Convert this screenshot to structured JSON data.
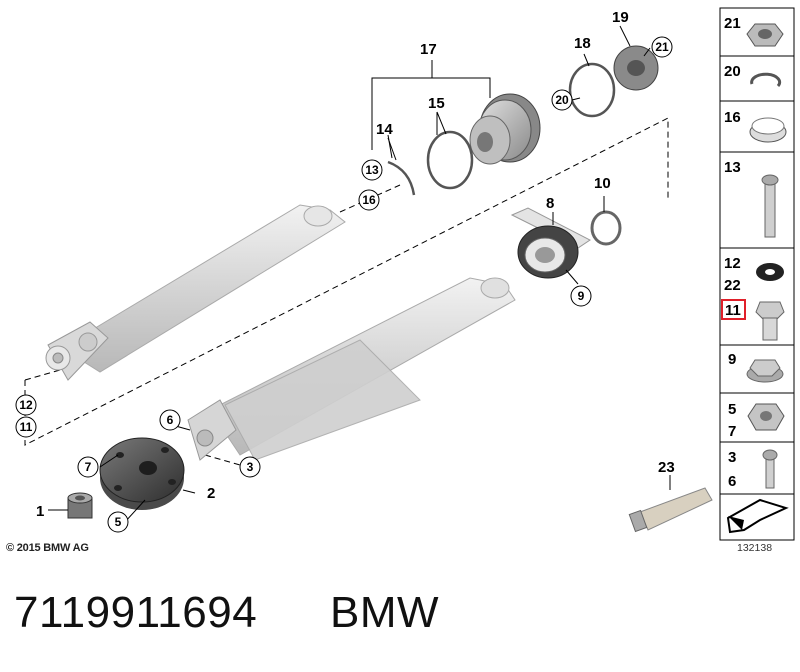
{
  "callouts": {
    "c1": "1",
    "c2": "2",
    "c3": "3",
    "c5": "5",
    "c6": "6",
    "c7": "7",
    "c8": "8",
    "c9": "9",
    "c10": "10",
    "c11": "11",
    "c12": "12",
    "c13": "13",
    "c14": "14",
    "c15": "15",
    "c16": "16",
    "c17": "17",
    "c18": "18",
    "c19": "19",
    "c20": "20",
    "c21": "21",
    "c23": "23"
  },
  "panel": {
    "p21": "21",
    "p20": "20",
    "p16": "16",
    "p13": "13",
    "p12": "12",
    "p22": "22",
    "p11": "11",
    "p9": "9",
    "p5": "5",
    "p7": "7",
    "p3": "3",
    "p6": "6"
  },
  "highlight_color": "#e0202a",
  "copyright": "© 2015 BMW AG",
  "drawing_number": "132138",
  "part_number": "7119911694",
  "brand": "BMW"
}
